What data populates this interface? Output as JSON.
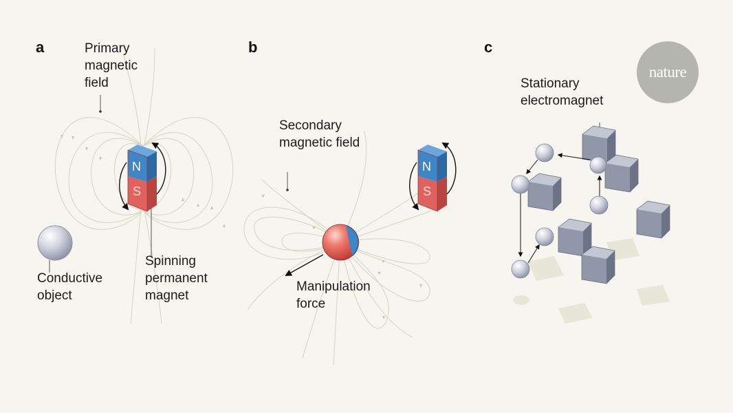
{
  "panels": {
    "a": {
      "letter": "a",
      "labels": {
        "primary_field": "Primary magnetic field",
        "spinning_magnet": "Spinning permanent magnet",
        "conductive_object": "Conductive object"
      },
      "magnet": {
        "north": "N",
        "south": "S"
      }
    },
    "b": {
      "letter": "b",
      "labels": {
        "secondary_field": "Secondary magnetic field",
        "manipulation_force": "Manipulation force"
      },
      "magnet": {
        "north": "N",
        "south": "S"
      }
    },
    "c": {
      "letter": "c",
      "labels": {
        "stationary_electromagnet": "Stationary electromagnet"
      }
    }
  },
  "logo": {
    "text": "nature"
  },
  "colors": {
    "background": "#f6f5ef",
    "field_lines": "#d6d3c2",
    "north_pole": "#3f86c6",
    "south_pole": "#e0625e",
    "cube": "#8f97a8",
    "sphere": "#c3c8d6",
    "logo": "#b5b5b0"
  }
}
